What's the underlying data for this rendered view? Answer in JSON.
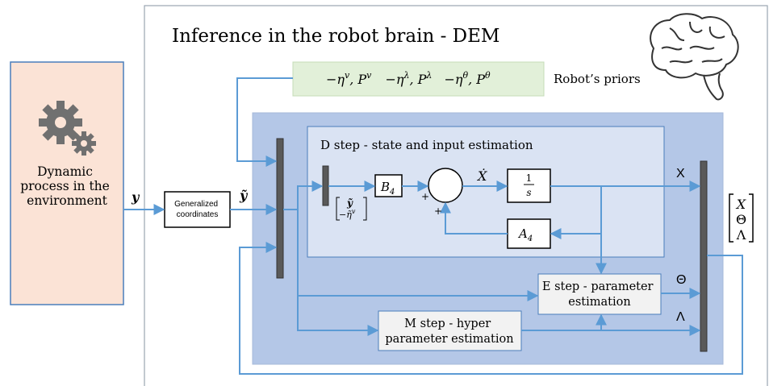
{
  "title": "Inference in the robot brain - DEM",
  "environment": {
    "label_lines": [
      "Dynamic",
      "process in the",
      "environment"
    ],
    "icon": "gears-icon"
  },
  "brain_icon": "brain-icon",
  "priors": {
    "label": "Robot’s priors",
    "terms": [
      {
        "base": "−η",
        "sup1": "v",
        "mid": ", P",
        "sup2": "v"
      },
      {
        "base": "−η",
        "sup1": "λ",
        "mid": ", P",
        "sup2": "λ"
      },
      {
        "base": "−η",
        "sup1": "θ",
        "mid": ", P",
        "sup2": "θ"
      }
    ]
  },
  "signals": {
    "y": "y",
    "y_tilde": "ỹ",
    "y_tilde_small": "ỹ",
    "eta_tilde": "−η̃",
    "eta_sup": "v",
    "x_dot": "Ẋ",
    "x": "X",
    "theta": "Θ",
    "lambda": "Λ",
    "plus1": "+",
    "plus2": "+"
  },
  "gen_coords": {
    "line1": "Generalized",
    "line2": "coordinates"
  },
  "d_step": {
    "label": "D step - state and input estimation"
  },
  "blocks": {
    "b4": {
      "base": "B",
      "sub": "4"
    },
    "a4": {
      "base": "A",
      "sub": "4"
    },
    "integrator": {
      "num": "1",
      "den": "s"
    }
  },
  "e_step": {
    "line1": "E step - parameter",
    "line2": "estimation"
  },
  "m_step": {
    "line1": "M step - hyper",
    "line2": "parameter estimation"
  },
  "output_vector": [
    "X",
    "Θ",
    "Λ"
  ],
  "colors": {
    "env_fill": "#fbe3d6",
    "env_stroke": "#4a7ebb",
    "outer_stroke": "#9aa5b1",
    "priors_fill": "#e2f0d9",
    "dem_fill": "#b4c7e7",
    "dstep_fill": "#dae3f3",
    "arrow": "#5b9bd5",
    "mux": "#595959"
  }
}
